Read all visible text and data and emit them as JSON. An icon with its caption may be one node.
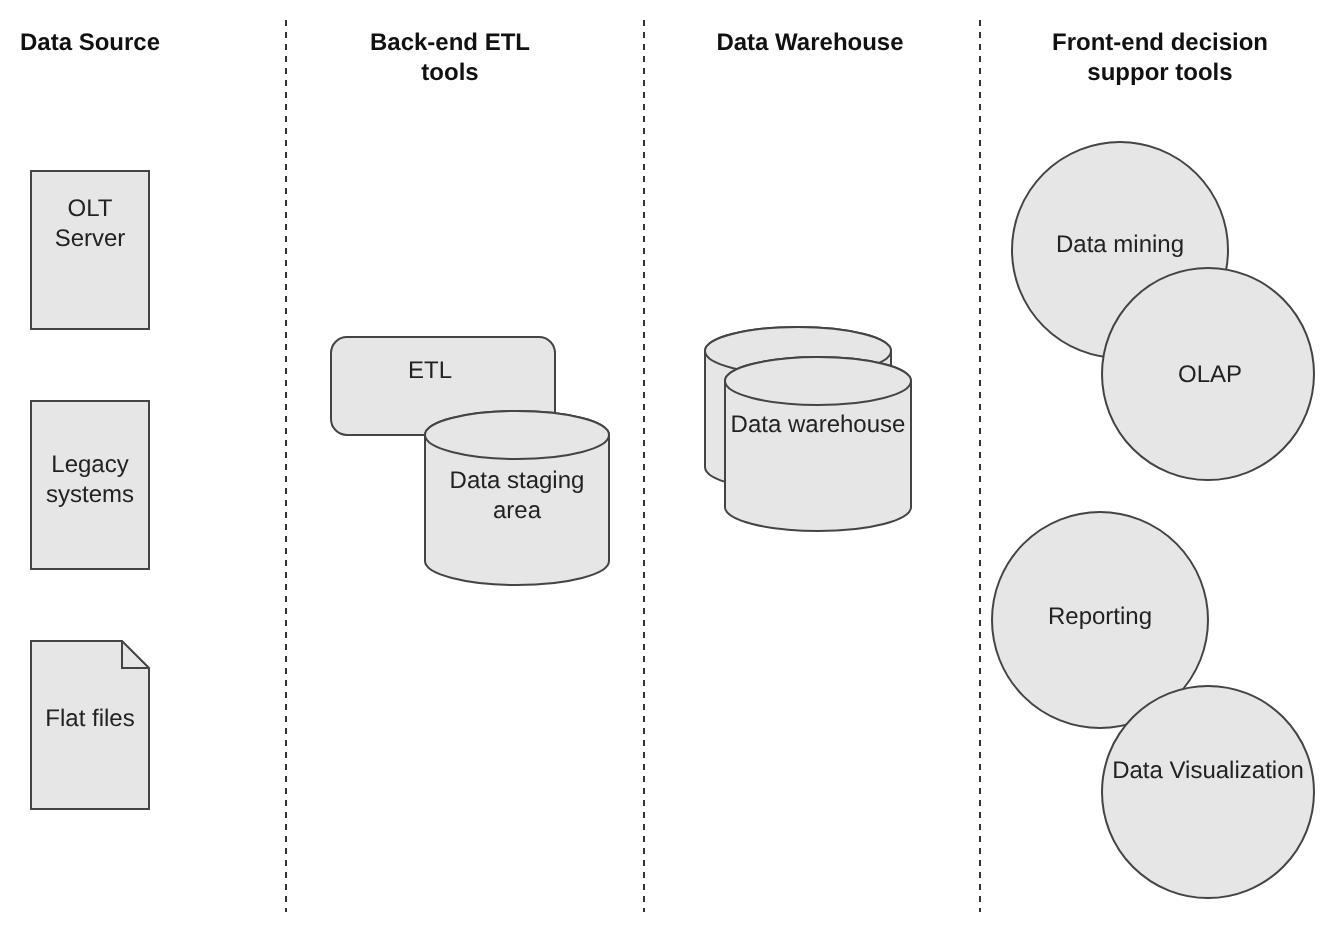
{
  "diagram": {
    "nodes": [
      {
        "text": [
          "OLT Server"
        ]
      },
      {
        "text": [
          "Legacy systems"
        ]
      },
      {
        "text": [
          "Flat files"
        ]
      },
      {
        "text": [
          "ETL"
        ]
      },
      {
        "text": [
          "Data staging area"
        ]
      },
      {
        "text": [
          "Data warehouse"
        ]
      },
      {
        "text": [
          "Data mining"
        ]
      },
      {
        "text": [
          "OLAP"
        ]
      },
      {
        "text": [
          "Reporting"
        ]
      },
      {
        "text": [
          "Data Visualization"
        ]
      }
    ],
    "labels": [
      "Data Source",
      "Back-end ETL tools",
      "Data Warehouse",
      "Front-end decision suppor tools"
    ]
  }
}
